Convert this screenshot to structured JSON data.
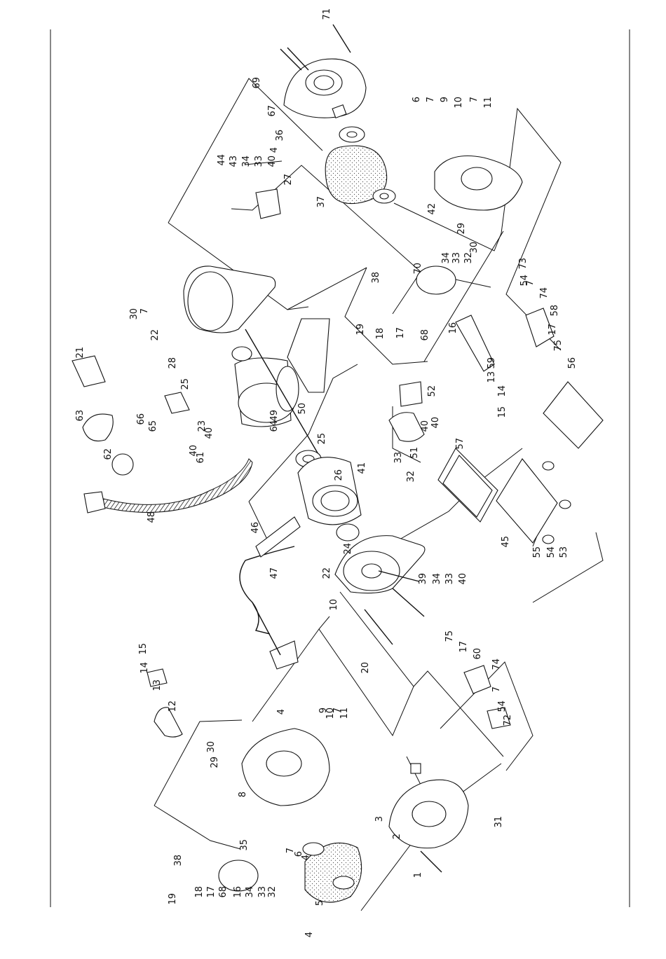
{
  "labels": [
    "71",
    "69",
    "67",
    "36",
    "4",
    "37",
    "44",
    "43",
    "34",
    "33",
    "40",
    "27",
    "6",
    "7",
    "9",
    "10",
    "7",
    "11",
    "42",
    "29",
    "30",
    "30",
    "7",
    "22",
    "28",
    "25",
    "21",
    "23",
    "66",
    "65",
    "63",
    "62",
    "61",
    "64",
    "49",
    "50",
    "40",
    "38",
    "19",
    "18",
    "17",
    "70",
    "34",
    "33",
    "32",
    "68",
    "16",
    "59",
    "13",
    "14",
    "15",
    "73",
    "54",
    "7",
    "74",
    "58",
    "17",
    "75",
    "48",
    "46",
    "47",
    "25",
    "26",
    "24",
    "22",
    "41",
    "52",
    "51",
    "40",
    "33",
    "32",
    "57",
    "56",
    "45",
    "55",
    "54",
    "53",
    "39",
    "34",
    "33",
    "40",
    "10",
    "20",
    "15",
    "14",
    "13",
    "12",
    "30",
    "29",
    "8",
    "9",
    "10",
    "7",
    "11",
    "75",
    "17",
    "60",
    "74",
    "7",
    "54",
    "72",
    "38",
    "35",
    "19",
    "18",
    "17",
    "68",
    "16",
    "34",
    "33",
    "32",
    "7",
    "6",
    "4",
    "5",
    "4",
    "3",
    "2",
    "1",
    "31",
    "4",
    "40",
    "40"
  ]
}
